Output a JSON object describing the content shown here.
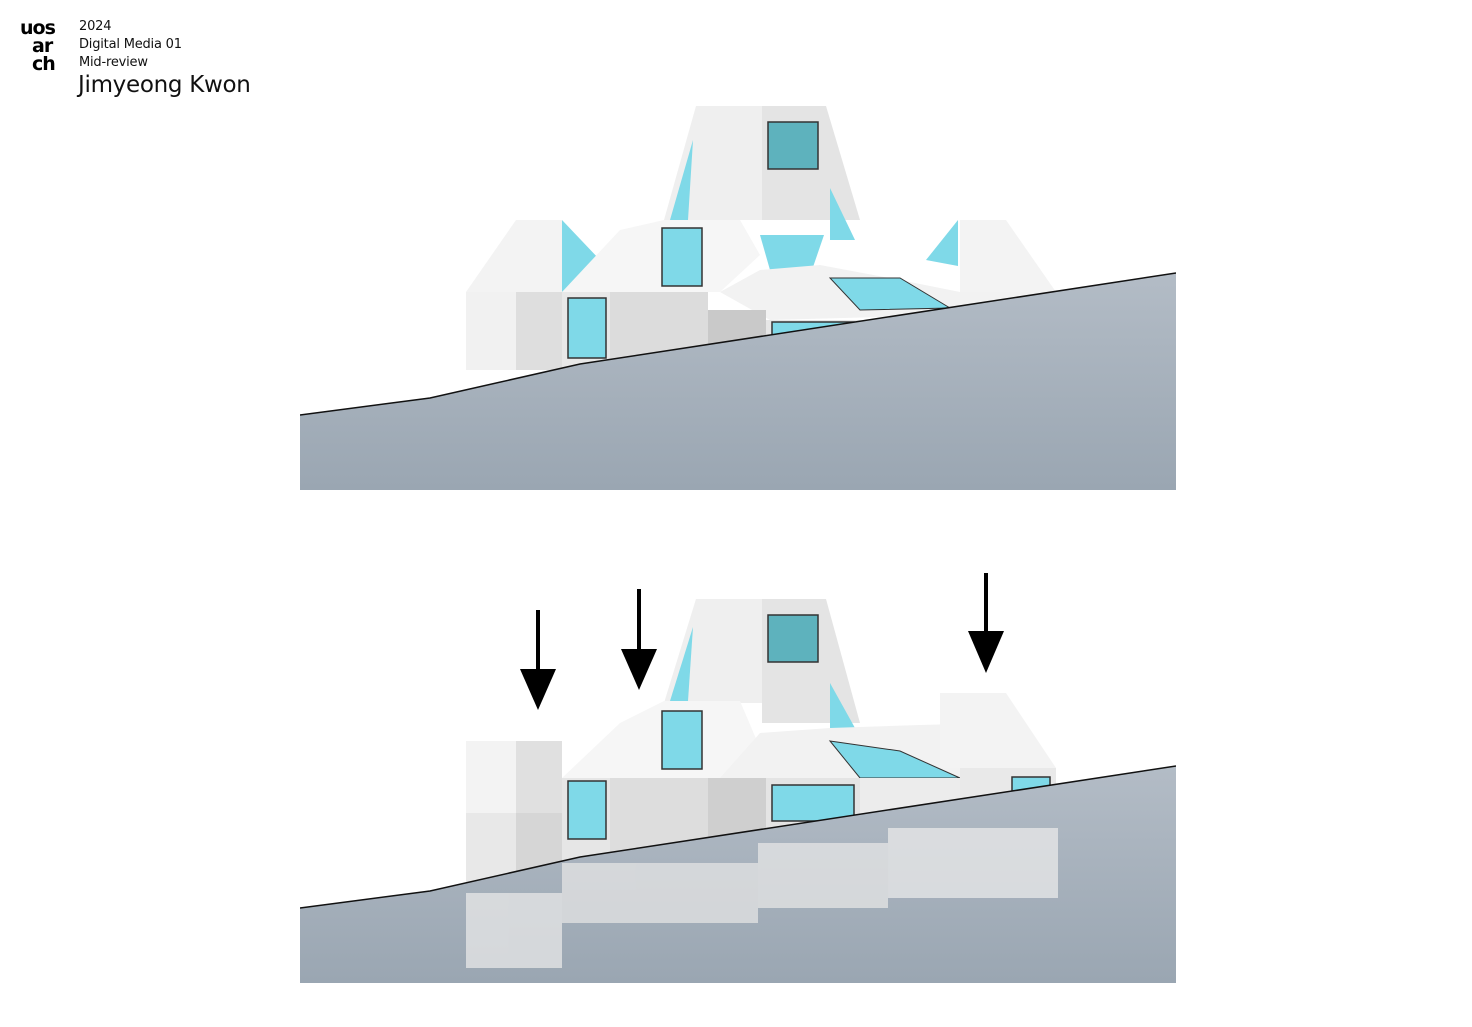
{
  "logo": {
    "line1": "uos",
    "line2": "ar",
    "line3": "ch",
    "icon": "uos-arch-logo"
  },
  "header": {
    "year": "2024",
    "course": "Digital Media 01",
    "phase": "Mid-review",
    "author": "Jimyeong Kwon"
  },
  "colors": {
    "ground": "#9eaab5",
    "ground_dark": "#8997a3",
    "wall_light": "#f4f4f4",
    "wall_mid": "#e2e2e2",
    "wall_shade": "#cfcfcf",
    "glass": "#7fd9e8",
    "glass_dark": "#4fa7b3",
    "arrow": "#000000"
  },
  "scenes": [
    {
      "label": "",
      "arrows": 0
    },
    {
      "label": "",
      "arrows": 3
    }
  ]
}
